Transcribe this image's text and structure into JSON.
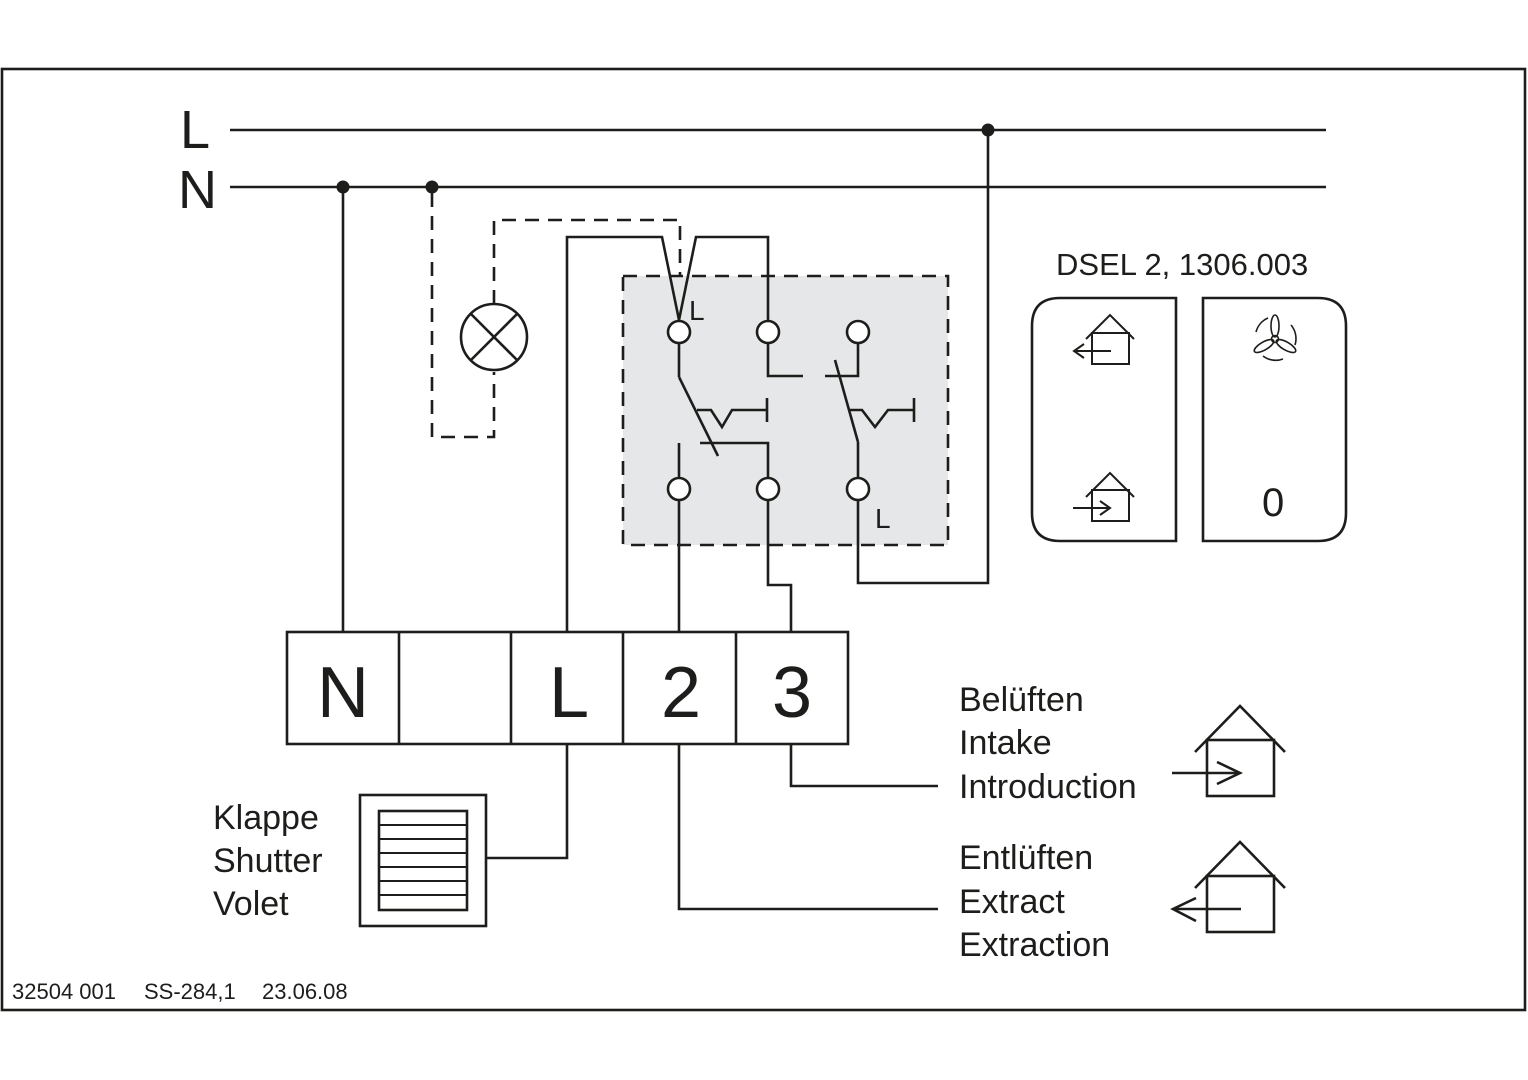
{
  "diagram": {
    "type": "wiring-diagram",
    "bus": {
      "line_label": "L",
      "neutral_label": "N"
    },
    "switch_module": {
      "contact_label_top": "L",
      "contact_label_bottom": "L"
    },
    "device": {
      "title": "DSEL 2, 1306.003",
      "left_rocker": {
        "top_icon": "house-extract-icon",
        "bottom_icon": "house-intake-icon"
      },
      "right_rocker": {
        "top_icon": "fan-icon",
        "bottom_label": "0"
      }
    },
    "terminal_block": {
      "terminals": [
        "N",
        "",
        "L",
        "2",
        "3"
      ]
    },
    "outputs": {
      "shutter": {
        "labels": [
          "Klappe",
          "Shutter",
          "Volet"
        ],
        "icon": "shutter-icon"
      },
      "intake": {
        "labels": [
          "Belüften",
          "Intake",
          "Introduction"
        ],
        "icon": "house-intake-icon"
      },
      "extract": {
        "labels": [
          "Entlüften",
          "Extract",
          "Extraction"
        ],
        "icon": "house-extract-icon"
      }
    },
    "lamp": {
      "icon": "lamp-icon"
    },
    "footer": {
      "doc_number": "32504 001",
      "revision": "SS-284,1",
      "date": "23.06.08"
    }
  }
}
